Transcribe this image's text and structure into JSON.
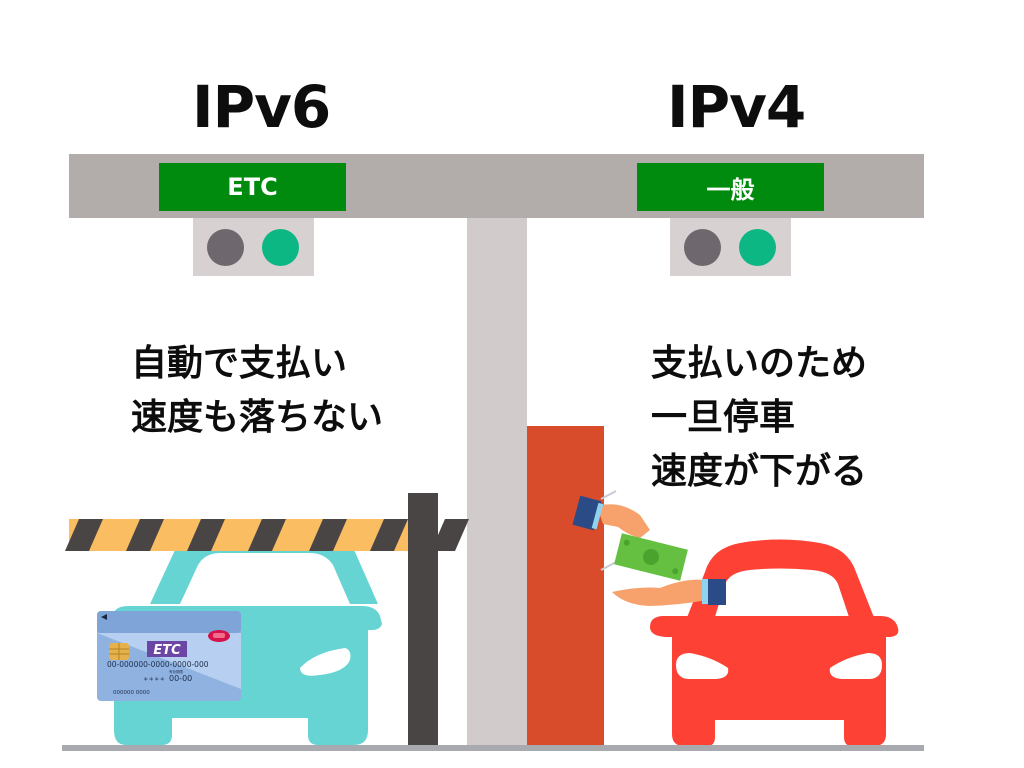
{
  "left": {
    "title": "IPv6",
    "sign_label": "ETC",
    "caption_lines": [
      "自動で支払い",
      "速度も落ちない"
    ],
    "card": {
      "brand": "ETC",
      "number": "00-000000-0000-0000-000",
      "small_label": "有効期限",
      "expiry": "00-00",
      "stars": "＊＊＊＊",
      "bottom_code": "000000 0000"
    },
    "car_color": "#67d4d4"
  },
  "right": {
    "title": "IPv4",
    "sign_label": "一般",
    "caption_lines": [
      "支払いのため",
      "一旦停車",
      "速度が下がる"
    ],
    "car_color": "#fd4134"
  },
  "colors": {
    "sign_green": "#008a0e",
    "lamp_off": "#6e676d",
    "lamp_on": "#0db784",
    "beam": "#b2acab",
    "booth": "#d94c2b",
    "barrier_yellow": "#fbbd62",
    "barrier_dark": "#4a4545"
  }
}
